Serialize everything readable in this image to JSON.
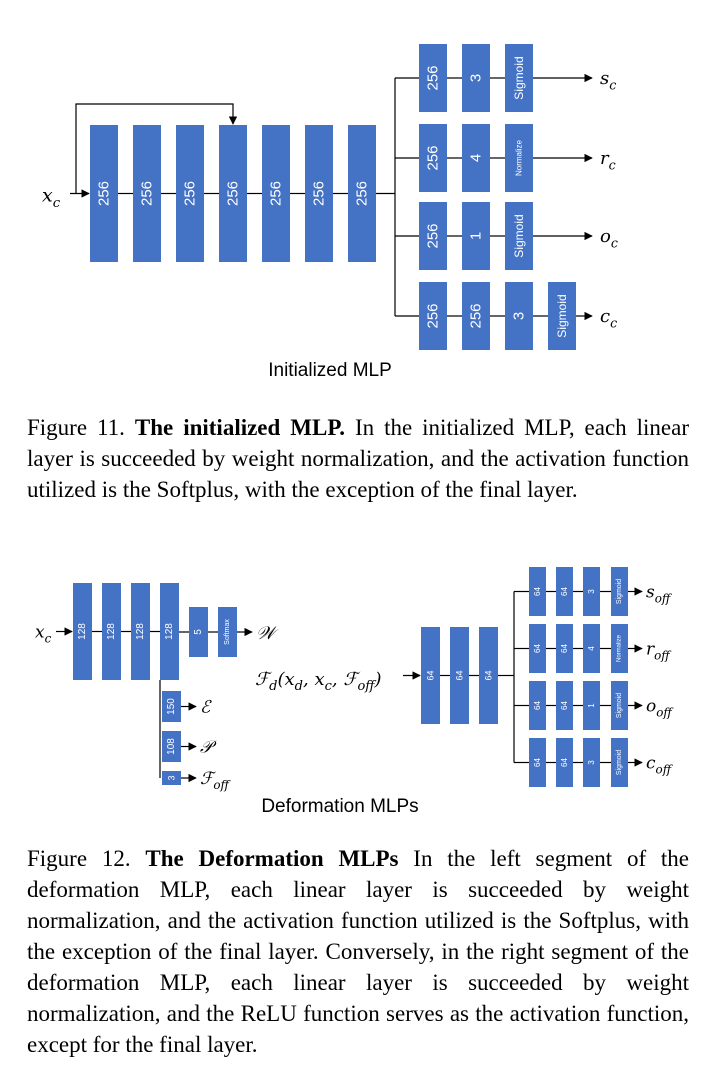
{
  "figure1": {
    "input_label": "x",
    "input_sub": "c",
    "trunk_units": [
      "256",
      "256",
      "256",
      "256",
      "256",
      "256",
      "256"
    ],
    "branches": [
      {
        "layers": [
          "256",
          "3"
        ],
        "activation": "Sigmoid",
        "out": "s",
        "out_sub": "c"
      },
      {
        "layers": [
          "256",
          "4"
        ],
        "activation": "Normalize",
        "out": "r",
        "out_sub": "c"
      },
      {
        "layers": [
          "256",
          "1"
        ],
        "activation": "Sigmoid",
        "out": "o",
        "out_sub": "c"
      },
      {
        "layers": [
          "256",
          "256",
          "3"
        ],
        "activation": "Sigmoid",
        "out": "c",
        "out_sub": "c"
      }
    ],
    "title": "Initialized MLP",
    "caption": {
      "label": "Figure 11.",
      "bold": "The initialized MLP.",
      "text": "In the initialized MLP, each linear layer is succeeded by weight normalization, and the activation function utilized is the Softplus, with the exception of the final layer."
    }
  },
  "figure2": {
    "left": {
      "input_label": "x",
      "input_sub": "c",
      "trunk_units": [
        "128",
        "128",
        "128",
        "128"
      ],
      "head_w": {
        "layers": [
          "5"
        ],
        "activation": "Softmax",
        "out": "𝒲"
      },
      "heads": [
        {
          "layer": "150",
          "out": "ℰ"
        },
        {
          "layer": "108",
          "out": "𝒫"
        },
        {
          "layer": "3",
          "out": "ℱ",
          "out_sub": "off"
        }
      ]
    },
    "right": {
      "input_script": "ℱ",
      "input_sub": "d",
      "input_args": "(x",
      "input_args_sub1": "d",
      "input_args_mid": ", x",
      "input_args_sub2": "c",
      "input_args_mid2": ", ℱ",
      "input_args_sub3": "off",
      "input_args_end": ")",
      "trunk_units": [
        "64",
        "64",
        "64"
      ],
      "branches": [
        {
          "layers": [
            "64",
            "64",
            "3"
          ],
          "activation": "Sigmoid",
          "out": "s",
          "out_sub": "off"
        },
        {
          "layers": [
            "64",
            "64",
            "4"
          ],
          "activation": "Normalize",
          "out": "r",
          "out_sub": "off"
        },
        {
          "layers": [
            "64",
            "64",
            "1"
          ],
          "activation": "Sigmoid",
          "out": "o",
          "out_sub": "off"
        },
        {
          "layers": [
            "64",
            "64",
            "3"
          ],
          "activation": "Sigmoid",
          "out": "c",
          "out_sub": "off"
        }
      ]
    },
    "title": "Deformation MLPs",
    "caption": {
      "label": "Figure 12.",
      "bold": "The Deformation MLPs",
      "text": "In the left segment of the deformation MLP, each linear layer is succeeded by weight normalization, and the activation function utilized is the Softplus, with the exception of the final layer. Conversely, in the right segment of the deformation MLP, each linear layer is succeeded by weight normalization, and the ReLU function serves as the activation function, except for the final layer."
    }
  },
  "colors": {
    "box_fill": "#4472c4",
    "box_text": "#ffffff",
    "line": "#000000"
  }
}
